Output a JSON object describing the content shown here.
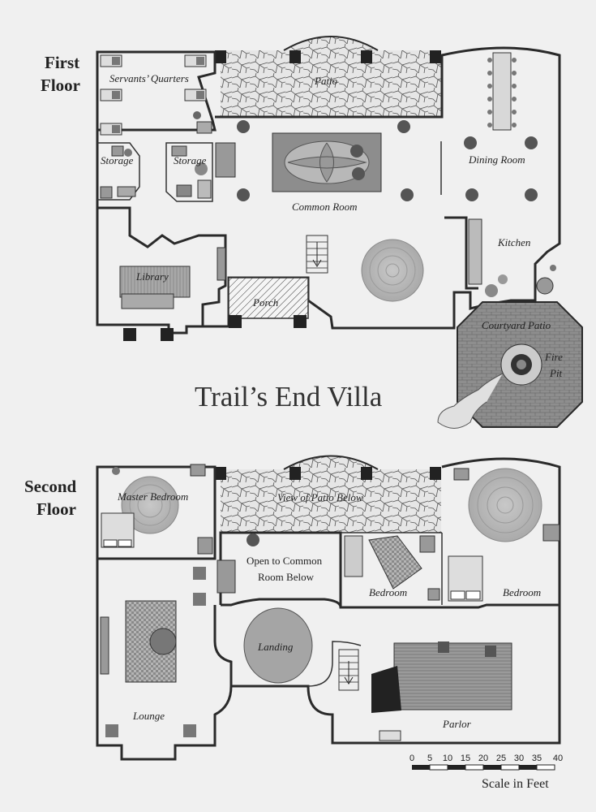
{
  "title": "Trail’s End Villa",
  "floors": {
    "first": {
      "label_line1": "First",
      "label_line2": "Floor",
      "rooms": {
        "servants_quarters": "Servants’ Quarters",
        "patio": "Patio",
        "storage_left": "Storage",
        "storage_right": "Storage",
        "dining_room": "Dining Room",
        "common_room": "Common Room",
        "kitchen": "Kitchen",
        "library": "Library",
        "porch": "Porch",
        "courtyard_patio": "Courtyard Patio",
        "fire_pit_1": "Fire",
        "fire_pit_2": "Pit"
      }
    },
    "second": {
      "label_line1": "Second",
      "label_line2": "Floor",
      "rooms": {
        "master_bedroom": "Master Bedroom",
        "view_of_patio": "View of Patio Below",
        "open_common_1": "Open to Common",
        "open_common_2": "Room Below",
        "bedroom_middle": "Bedroom",
        "bedroom_right": "Bedroom",
        "landing": "Landing",
        "lounge": "Lounge",
        "parlor": "Parlor"
      }
    }
  },
  "scale": {
    "ticks": [
      "0",
      "5",
      "10",
      "15",
      "20",
      "25",
      "30",
      "35",
      "40"
    ],
    "label": "Scale in Feet"
  },
  "colors": {
    "wall": "#2a2a2a",
    "rug_gray": "#9a9a9a",
    "patio_stone": "#cfcfcf",
    "courtyard": "#8e8e8e"
  }
}
